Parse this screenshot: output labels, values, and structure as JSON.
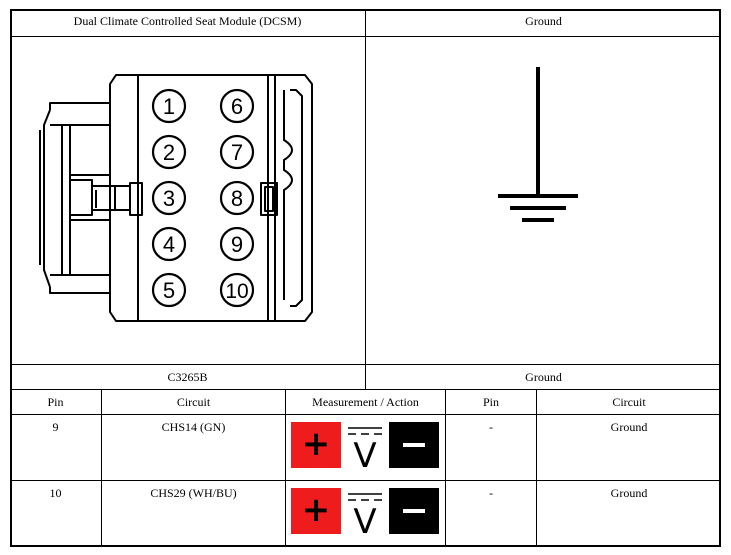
{
  "top": {
    "left_header": "Dual Climate Controlled Seat Module (DCSM)",
    "right_header": "Ground",
    "left_footer": "C3265B",
    "right_footer": "Ground"
  },
  "connector": {
    "pins": [
      "1",
      "2",
      "3",
      "4",
      "5",
      "6",
      "7",
      "8",
      "9",
      "10"
    ]
  },
  "table": {
    "headers": [
      "Pin",
      "Circuit",
      "Measurement / Action",
      "Pin",
      "Circuit"
    ],
    "rows": [
      {
        "pin": "9",
        "circuit": "CHS14 (GN)",
        "pin2": "-",
        "circuit2": "Ground"
      },
      {
        "pin": "10",
        "circuit": "CHS29 (WH/BU)",
        "pin2": "-",
        "circuit2": "Ground"
      }
    ]
  },
  "meter": {
    "plus_symbol": "+",
    "minus_symbol": "−",
    "volt_symbol": "V",
    "plus_color": "#ee1c1c",
    "minus_color": "#000000"
  }
}
